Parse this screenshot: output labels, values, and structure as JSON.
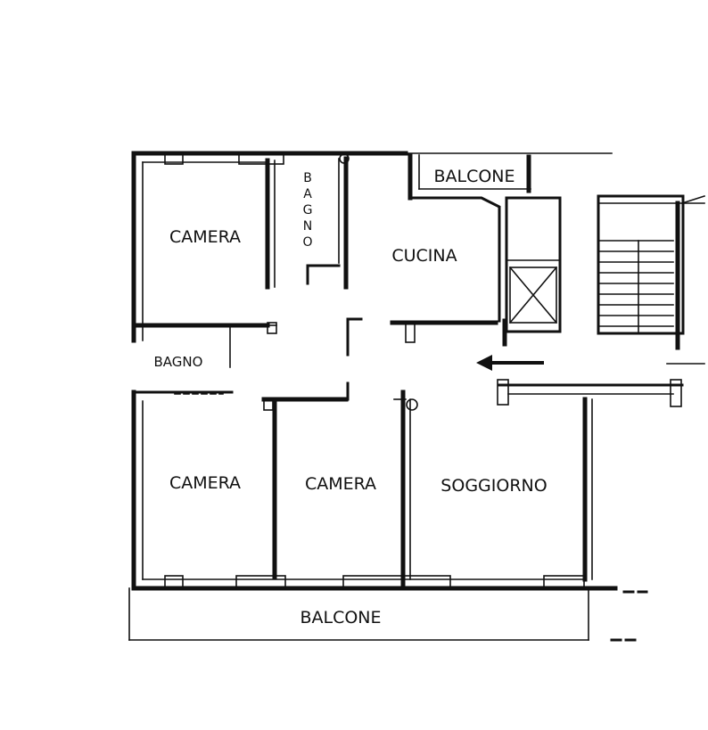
{
  "rooms": {
    "camera_top": "CAMERA",
    "bagno_vertical": [
      "B",
      "A",
      "G",
      "N",
      "O"
    ],
    "balcone_top": "BALCONE",
    "cucina": "CUCINA",
    "bagno_small": "BAGNO",
    "camera_bottom_left": "CAMERA",
    "camera_bottom_middle": "CAMERA",
    "soggiorno": "SOGGIORNO",
    "balcone_bottom": "BALCONE"
  },
  "icons": {
    "entrance": "arrow-left-icon"
  }
}
